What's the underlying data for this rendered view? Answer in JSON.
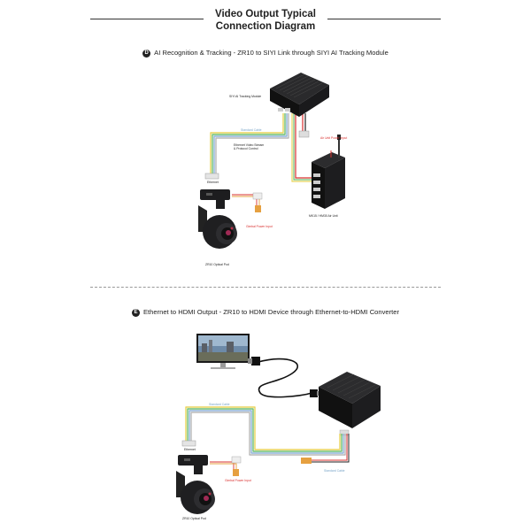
{
  "header": {
    "title_line1": "Video Output Typical",
    "title_line2": "Connection Diagram"
  },
  "section_d": {
    "badge": "D",
    "heading": "AI Recognition & Tracking - ZR10 to SIYI Link through SIYI AI Tracking Module",
    "labels": {
      "tracking_module": "SIYI AI Tracking Module",
      "standard_cable": "Standard Cable",
      "ethernet_stream": "Ethernet Video Stream\n& Protocol Control",
      "air_unit_power": "Air Unit Power Input",
      "air_unit": "MK15 / HM30 Air Unit",
      "gimbal_power": "Gimbal Power Input",
      "optical_pod": "ZR10 Optical Pod",
      "pod_port": "Ethernet"
    }
  },
  "section_e": {
    "badge": "E",
    "heading": "Ethernet to HDMI Output - ZR10 to HDMI Device through Ethernet-to-HDMI Converter",
    "labels": {
      "standard_cable_top": "Standard Cable",
      "standard_cable_bottom": "Standard Cable",
      "gimbal_power": "Gimbal Power Input",
      "optical_pod": "ZR10 Optical Pod",
      "pod_port": "Ethernet"
    }
  },
  "colors": {
    "cable_yellow": "#e8d45a",
    "cable_green": "#6fbf73",
    "cable_blue": "#8fb3d9",
    "cable_gray": "#b8b8b8",
    "power_red": "#d9302f",
    "power_orange": "#e6a040",
    "device_black": "#1d1d1f"
  }
}
